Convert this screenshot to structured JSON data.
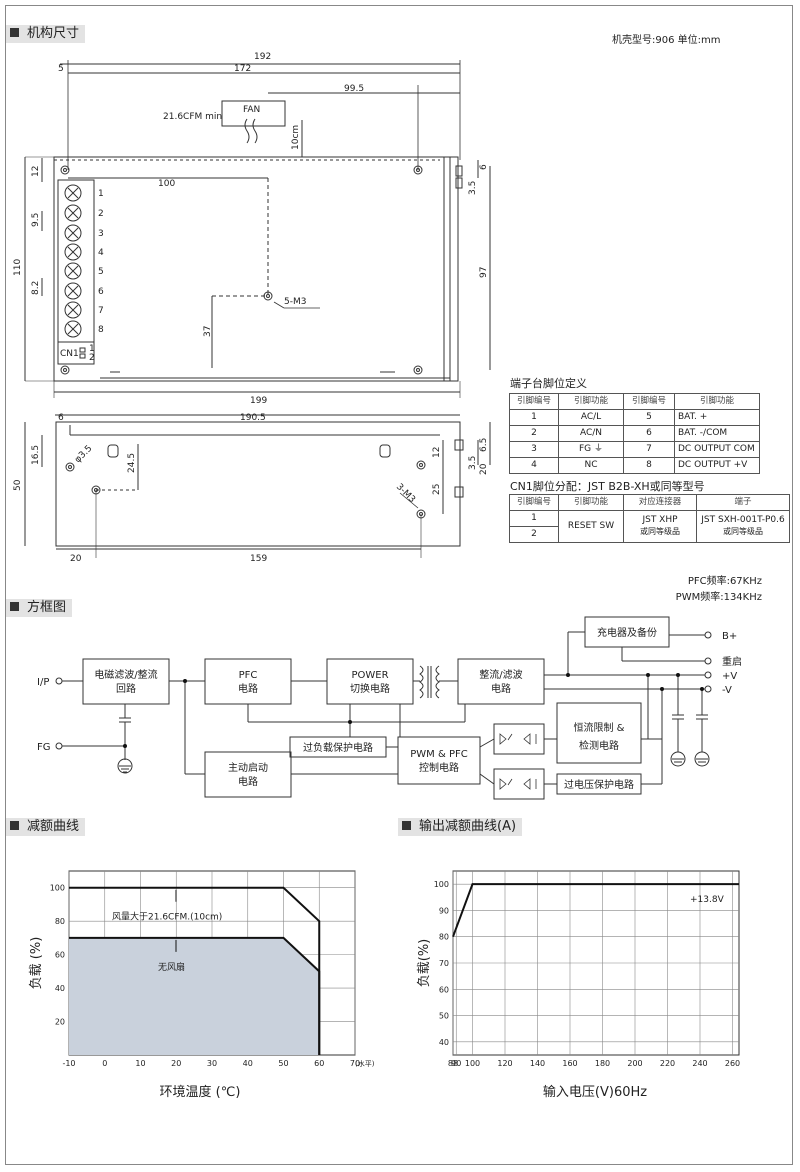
{
  "sections": {
    "dims": "机构尺寸",
    "block": "方框图",
    "derate": "减额曲线",
    "out_derate": "输出减额曲线(A)"
  },
  "case_info": "机壳型号:906   单位:mm",
  "top_view": {
    "dims": {
      "d192": "192",
      "d5": "5",
      "d172": "172",
      "d99_5": "99.5",
      "fan": "FAN",
      "cfm": "21.6CFM min",
      "d10cm": "10cm",
      "d12": "12",
      "d9_5": "9.5",
      "d110": "110",
      "d8_2": "8.2",
      "d100": "100",
      "m3": "5-M3",
      "d37": "37",
      "d97": "97",
      "d3_5": "3.5",
      "d6": "6",
      "d199": "199"
    },
    "terminals": [
      "1",
      "2",
      "3",
      "4",
      "5",
      "6",
      "7",
      "8"
    ],
    "cn1": "CN1",
    "cn1_pins": [
      "1",
      "2"
    ]
  },
  "side_view": {
    "dims": {
      "d6": "6",
      "d190_5": "190.5",
      "d16_5": "16.5",
      "phi": "φ3.5",
      "d24_5": "24.5",
      "d50": "50",
      "d12": "12",
      "d3_5": "3.5",
      "d6_5": "6.5",
      "d20": "20",
      "m3": "3-M3",
      "d25": "25",
      "d20b": "20",
      "d159": "159"
    }
  },
  "pin_table": {
    "title": "端子台脚位定义",
    "headers": [
      "引脚编号",
      "引脚功能",
      "引脚编号",
      "引脚功能"
    ],
    "rows": [
      [
        "1",
        "AC/L",
        "5",
        "BAT. +"
      ],
      [
        "2",
        "AC/N",
        "6",
        "BAT. -/COM"
      ],
      [
        "3",
        "FG ⏚",
        "7",
        "DC OUTPUT COM"
      ],
      [
        "4",
        "NC",
        "8",
        "DC OUTPUT +V"
      ]
    ]
  },
  "cn1_table": {
    "title": "CN1脚位分配：JST B2B-XH或同等型号",
    "headers": [
      "引脚编号",
      "引脚功能",
      "对应连接器",
      "端子"
    ],
    "pins": [
      "1",
      "2"
    ],
    "function": "RESET SW",
    "connector": [
      "JST XHP",
      "或同等级品"
    ],
    "terminal": [
      "JST SXH-001T-P0.6",
      "或同等级品"
    ]
  },
  "block_diagram": {
    "pfc_freq": "PFC频率:67KHz",
    "pwm_freq": "PWM频率:134KHz",
    "ip": "I/P",
    "fg": "FG",
    "emi": [
      "电磁滤波/整流",
      "回路"
    ],
    "pfc": [
      "PFC",
      "电路"
    ],
    "power": [
      "POWER",
      "切换电路"
    ],
    "rect": [
      "整流/滤波",
      "电路"
    ],
    "charger": "充电器及备份",
    "bplus": "B+",
    "restart": "重启",
    "vplus": "+V",
    "vminus": "-V",
    "olp": "过负载保护电路",
    "pwm": [
      "PWM & PFC",
      "控制电路"
    ],
    "start": [
      "主动启动",
      "电路"
    ],
    "cc": [
      "恒流限制 &",
      "检测电路"
    ],
    "ovp": "过电压保护电路"
  },
  "chart_data": [
    {
      "type": "line",
      "title": "减额曲线",
      "xlabel": "环境温度 (℃)",
      "ylabel": "负载 (%)",
      "x_ticks": [
        "-10",
        "0",
        "10",
        "20",
        "30",
        "40",
        "50",
        "60",
        "70"
      ],
      "x_unit": "(水平)",
      "y_ticks": [
        "20",
        "40",
        "60",
        "80",
        "100"
      ],
      "xlim": [
        -10,
        70
      ],
      "ylim": [
        0,
        110
      ],
      "series": [
        {
          "name": "风量大于21.6CFM.(10cm)",
          "x": [
            -10,
            50,
            60,
            60
          ],
          "y": [
            100,
            100,
            80,
            0
          ]
        },
        {
          "name": "无风扇",
          "x": [
            -10,
            50,
            60,
            60
          ],
          "y": [
            70,
            70,
            50,
            0
          ]
        }
      ]
    },
    {
      "type": "line",
      "title": "输出减额曲线(A)",
      "xlabel": "输入电压(V)60Hz",
      "ylabel": "负载(%)",
      "x_ticks": [
        "88",
        "90",
        "100",
        "120",
        "140",
        "160",
        "180",
        "200",
        "220",
        "240",
        "260"
      ],
      "y_ticks": [
        "40",
        "50",
        "60",
        "70",
        "80",
        "90",
        "100"
      ],
      "xlim": [
        88,
        264
      ],
      "ylim": [
        35,
        105
      ],
      "series": [
        {
          "name": "+13.8V",
          "x": [
            88,
            100,
            264
          ],
          "y": [
            80,
            100,
            100
          ]
        }
      ]
    }
  ]
}
